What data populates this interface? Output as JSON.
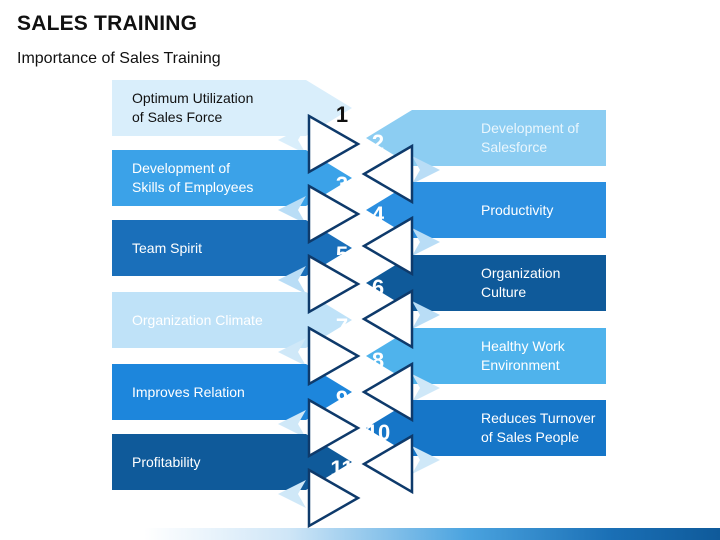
{
  "title": "SALES TRAINING",
  "subtitle": "Importance of Sales Training",
  "left_items": [
    {
      "number": "1",
      "label": "Optimum Utilization\nof Sales Force",
      "fill": "#d9eefb",
      "text_color": "#111111",
      "tri_fill": "#d9eefb"
    },
    {
      "number": "3",
      "label": "Development of\nSkills of Employees",
      "fill": "#3ba2e8",
      "text_color": "#ffffff",
      "tri_fill": "#b9ddf6"
    },
    {
      "number": "5",
      "label": "Team Spirit",
      "fill": "#1a6fba",
      "text_color": "#ffffff",
      "tri_fill": "#b9ddf6"
    },
    {
      "number": "7",
      "label": "Organization Climate",
      "fill": "#bfe2f8",
      "text_color": "#ffffff",
      "tri_fill": "#cfe8f8"
    },
    {
      "number": "9",
      "label": "Improves Relation",
      "fill": "#1d86dc",
      "text_color": "#ffffff",
      "tri_fill": "#cfe8f8"
    },
    {
      "number": "11",
      "label": "Profitability",
      "fill": "#0f5a9a",
      "text_color": "#ffffff",
      "tri_fill": "#cfe8f8"
    }
  ],
  "right_items": [
    {
      "number": "2",
      "label": "Development of\nSalesforce",
      "fill": "#8ccdf2",
      "text_color": "#e9f6fd",
      "tri_fill": "#b9ddf6"
    },
    {
      "number": "4",
      "label": "Productivity",
      "fill": "#2b8fe0",
      "text_color": "#ffffff",
      "tri_fill": "#b9ddf6"
    },
    {
      "number": "6",
      "label": "Organization\nCulture",
      "fill": "#0f5a9a",
      "text_color": "#ffffff",
      "tri_fill": "#b9ddf6"
    },
    {
      "number": "8",
      "label": "Healthy Work\nEnvironment",
      "fill": "#4fb3ec",
      "text_color": "#ffffff",
      "tri_fill": "#cfe8f8"
    },
    {
      "number": "10",
      "label": "Reduces Turnover\nof Sales People",
      "fill": "#1676c8",
      "text_color": "#ffffff",
      "tri_fill": "#cfe8f8"
    }
  ],
  "colors": {
    "triangle_fill": "#ffffff",
    "triangle_stroke": "#0e3a6b",
    "number_color": "#ffffff",
    "first_number_color": "#111111"
  }
}
